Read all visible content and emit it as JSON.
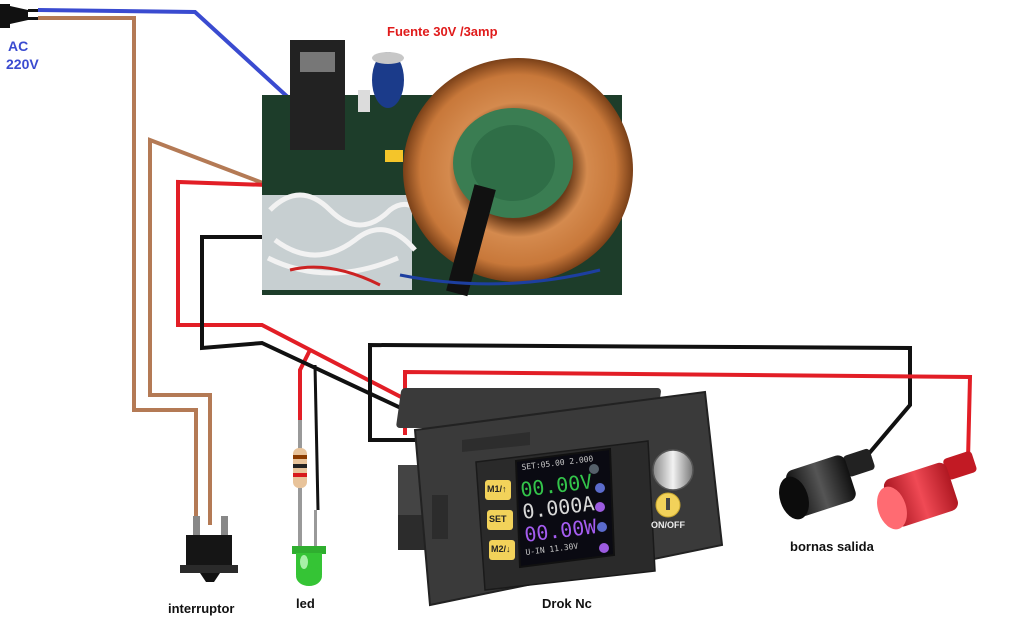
{
  "labels": {
    "ac": "AC",
    "voltage": "220V",
    "psu": "Fuente 30V /3amp",
    "switch": "interruptor",
    "led": "led",
    "module": "Drok Nc",
    "terminals": "bornas salida"
  },
  "module": {
    "btn_m1": "M1/↑",
    "btn_set": "SET",
    "btn_m2": "M2/↓",
    "power": "ON/OFF",
    "screen_top": "SET:05.00  2.000",
    "voltage": "00.00V",
    "current": "0.000A",
    "power_w": "00.00W",
    "screen_bottom": "U-IN  11.30V"
  },
  "colors": {
    "ac_label": "#3a4bd0",
    "psu_label": "#e01b1b",
    "wire_blue": "#3a4bd0",
    "wire_brown": "#b47a55",
    "wire_red": "#e21e26",
    "wire_black": "#111111"
  }
}
